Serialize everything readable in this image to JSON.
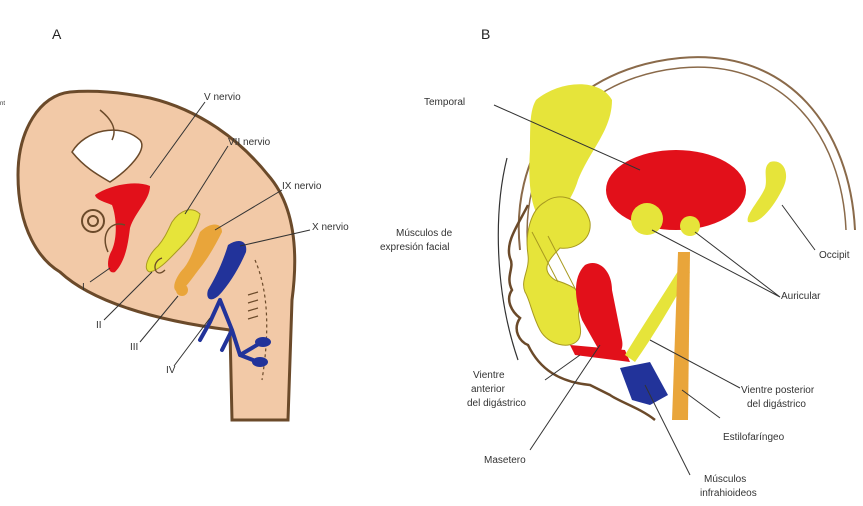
{
  "panel_a": {
    "letter": "A",
    "edge_text": "nt",
    "nerves": [
      "V nervio",
      "VII nervio",
      "IX nervio",
      "X nervio"
    ],
    "arches": [
      "I",
      "II",
      "III",
      "IV"
    ]
  },
  "panel_b": {
    "letter": "B",
    "labels": {
      "temporal": "Temporal",
      "occipital": "Occipit",
      "auricular": "Auricular",
      "facial_1": "Músculos de",
      "facial_2": "expresión facial",
      "vientre_ant_1": "Vientre",
      "vientre_ant_2": "anterior",
      "vientre_ant_3": "del digástrico",
      "vientre_post_1": "Vientre posterior",
      "vientre_post_2": "del digástrico",
      "estilo": "Estilofaríngeo",
      "masetero": "Masetero",
      "infra_1": "Músculos",
      "infra_2": "infrahioideos"
    }
  },
  "colors": {
    "skin": "#f2c9a7",
    "outline": "#6b4a2a",
    "red": "#e2101a",
    "yellow": "#e6e43a",
    "orange": "#e9a53a",
    "blue": "#22339a"
  }
}
